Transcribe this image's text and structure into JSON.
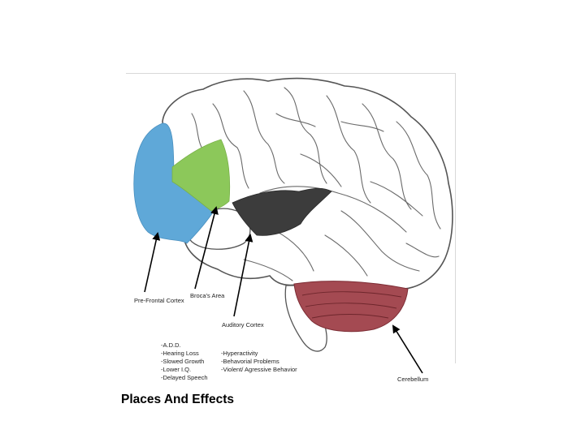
{
  "title": "Places And Effects",
  "labels": {
    "prefrontal": "Pre-Frontal Cortex",
    "broca": "Broca's Area",
    "auditory": "Auditory Cortex",
    "cerebellum": "Cerebellum"
  },
  "effects_left": [
    "-A.D.D.",
    "-Hearing Loss",
    "-Slowed Growth",
    "-Lower I.Q.",
    "-Delayed Speech"
  ],
  "effects_right": [
    "-Hyperactivity",
    "-Behavorial Problems",
    "-Violent/ Agressive Behavior"
  ],
  "colors": {
    "prefrontal": "#5fa8d8",
    "broca": "#8cc85a",
    "auditory": "#3c3c3c",
    "cerebellum": "#a44a52",
    "outline": "#555555"
  }
}
